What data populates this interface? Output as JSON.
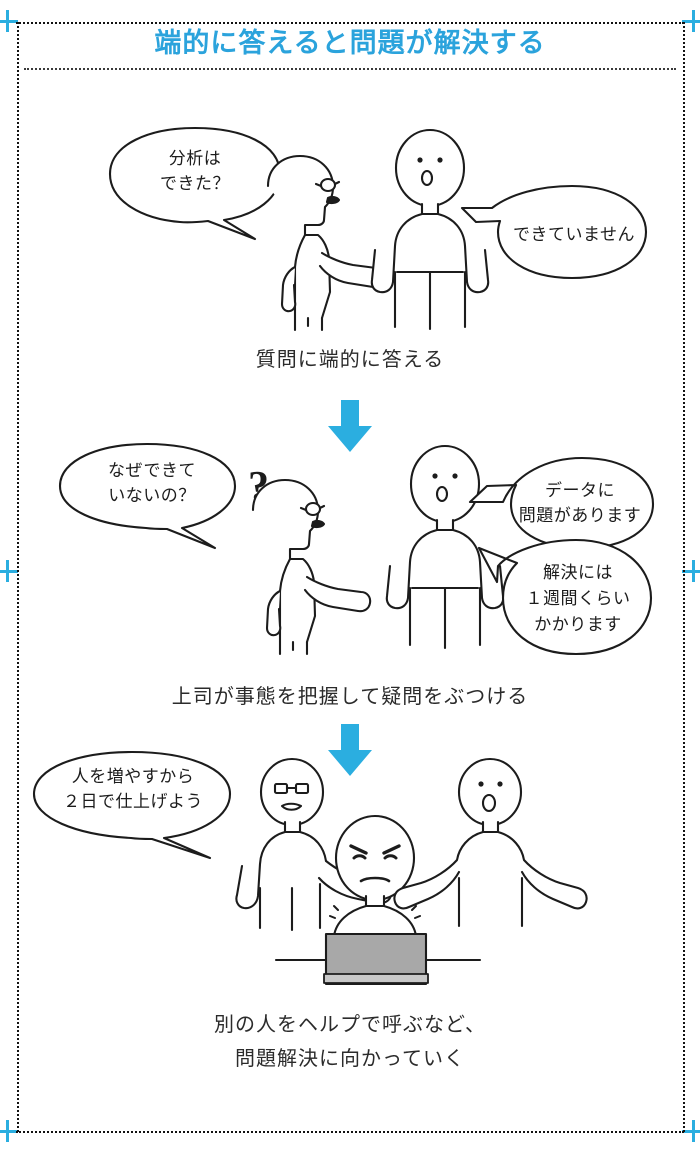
{
  "page": {
    "title": "端的に答えると問題が解決する",
    "title_color": "#2BA3DC",
    "accent_color": "#2BAEE0",
    "frame_color": "#121212",
    "background": "#ffffff"
  },
  "scenes": [
    {
      "id": "scene-1",
      "caption": "質問に端的に答える",
      "bubbles": [
        {
          "id": "bubble-manager-q1",
          "lines": [
            "分析は",
            "できた？"
          ]
        },
        {
          "id": "bubble-staff-a1",
          "lines": [
            "できていません"
          ]
        }
      ],
      "figures": [
        {
          "id": "figure-manager",
          "role": "manager-pointing"
        },
        {
          "id": "figure-staff",
          "role": "staff-standing"
        }
      ]
    },
    {
      "id": "scene-2",
      "caption": "上司が事態を把握して疑問をぶつける",
      "bubbles": [
        {
          "id": "bubble-manager-q2",
          "lines": [
            "なぜできて",
            "いないの？"
          ]
        },
        {
          "id": "bubble-staff-a2",
          "lines": [
            "データに",
            "問題があります"
          ]
        },
        {
          "id": "bubble-staff-a3",
          "lines": [
            "解決には",
            "１週間くらい",
            "かかります"
          ]
        }
      ],
      "marks": [
        {
          "id": "question-mark",
          "glyph": "？"
        }
      ],
      "figures": [
        {
          "id": "figure-manager",
          "role": "manager-pointing"
        },
        {
          "id": "figure-staff",
          "role": "staff-standing"
        }
      ]
    },
    {
      "id": "scene-3",
      "caption_lines": [
        "別の人をヘルプで呼ぶなど、",
        "問題解決に向かっていく"
      ],
      "bubbles": [
        {
          "id": "bubble-manager-q3",
          "lines": [
            "人を増やすから",
            "２日で仕上げよう"
          ]
        }
      ],
      "figures": [
        {
          "id": "figure-manager",
          "role": "manager-pointing"
        },
        {
          "id": "figure-helper",
          "role": "helper-arms-open"
        },
        {
          "id": "figure-worker",
          "role": "worker-at-desk"
        }
      ],
      "objects": [
        {
          "id": "desk",
          "fill": "#a8a8a8"
        }
      ]
    }
  ],
  "arrows": [
    {
      "id": "arrow-1",
      "direction": "down",
      "color": "#2BAEE0"
    },
    {
      "id": "arrow-2",
      "direction": "down",
      "color": "#2BAEE0"
    }
  ],
  "reg_marks": [
    "top-left",
    "top-right",
    "middle-left",
    "middle-right",
    "bottom-left",
    "bottom-right"
  ]
}
